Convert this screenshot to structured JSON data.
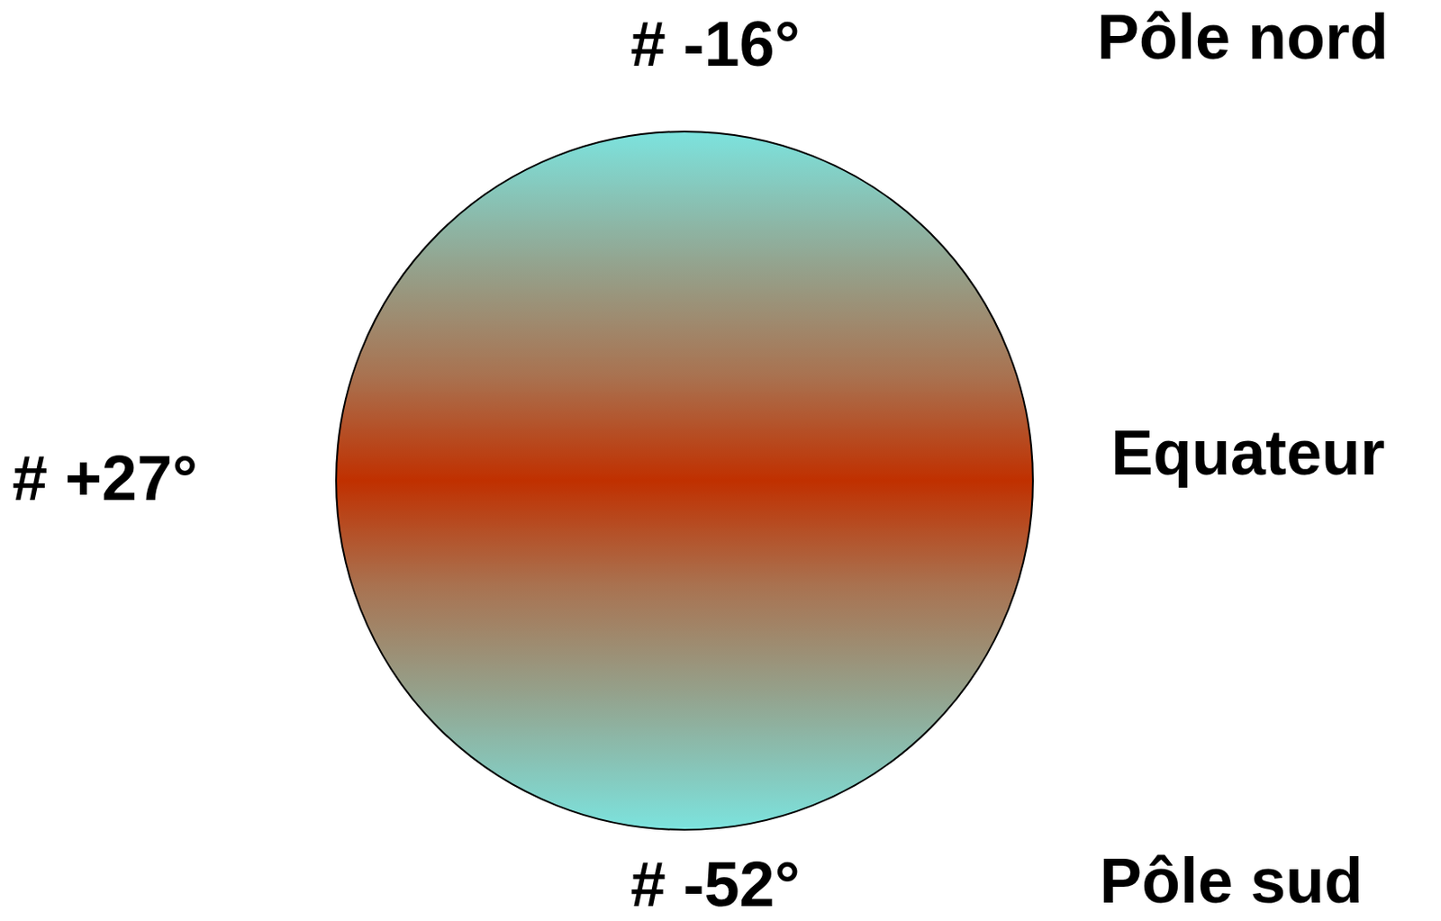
{
  "diagram": {
    "labels": [
      "# -16°",
      "Pôle nord",
      "# +27°",
      "Equateur",
      "# -52°",
      "Pôle sud"
    ]
  }
}
